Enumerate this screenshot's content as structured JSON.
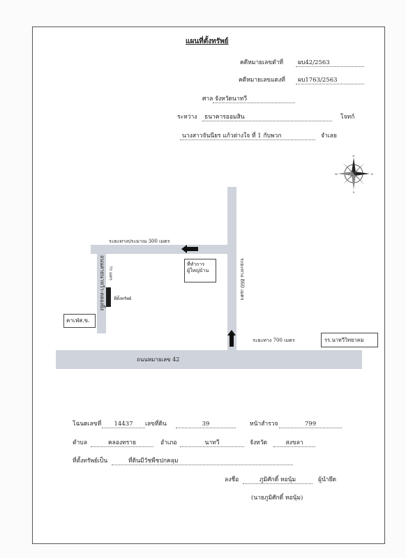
{
  "header": {
    "title": "แผนที่ตั้งทรัพย์",
    "black_case_label": "คดีหมายเลขดำที่",
    "black_case_value": "ผบ42/2563",
    "red_case_label": "คดีหมายเลขแดงที่",
    "red_case_value": "ผบ1763/2563",
    "court_label": "ศาล",
    "court_value": "จังหวัดนาทวี",
    "between_label": "ระหว่าง",
    "plaintiff_value": "ธนาคารออมสิน",
    "plaintiff_suffix": "โจทก์",
    "defendant_value": "นางสาวจันนียร แก้วต่างใจ ที่ 1 กับพวก",
    "defendant_suffix": "จำเลย"
  },
  "map": {
    "road_top_label": "ระยะทางประมาณ 300 เมตร",
    "road_right_label": "ระยะทาง 860 เมตร",
    "road_bottom_distance": "ระยะทาง 700 เมตร",
    "main_road_label": "ถนนหมายเลข 42",
    "left_road_label": "ถนนสายนาหว้า-คลองยิ้ง",
    "distance_70": "70 เมตร",
    "property_label": "ที่ตั้งทรัพย์",
    "village_office": "ที่ทำการ ผู้ใหญ่บ้าน",
    "gas_station": "คาเฟ่ส.ข.",
    "school": "รร.นาทวีวิทยาคม",
    "compass_icon": "compass-rose-icon"
  },
  "land": {
    "deed_label": "โฉนดเลขที่",
    "deed_value": "14437",
    "parcel_label": "เลขที่ดิน",
    "parcel_value": "39",
    "survey_label": "หน้าสำรวจ",
    "survey_value": "799",
    "subdistrict_label": "ตำบล",
    "subdistrict_value": "คลองทราย",
    "district_label": "อำเภอ",
    "district_value": "นาทวี",
    "province_label": "จังหวัด",
    "province_value": "สงขลา",
    "property_type_label": "ที่ตั้งทรัพย์เป็น",
    "property_type_value": "ที่ดินมีวัชพืชปกคลุม"
  },
  "signature": {
    "sign_label": "ลงชื่อ",
    "signer_name": "ภูมิศักดิ์ หอนุ้ม",
    "role": "ผู้นำยึด",
    "printed_name": "(นายภูมิศักดิ์ หอนุ้ม)"
  }
}
